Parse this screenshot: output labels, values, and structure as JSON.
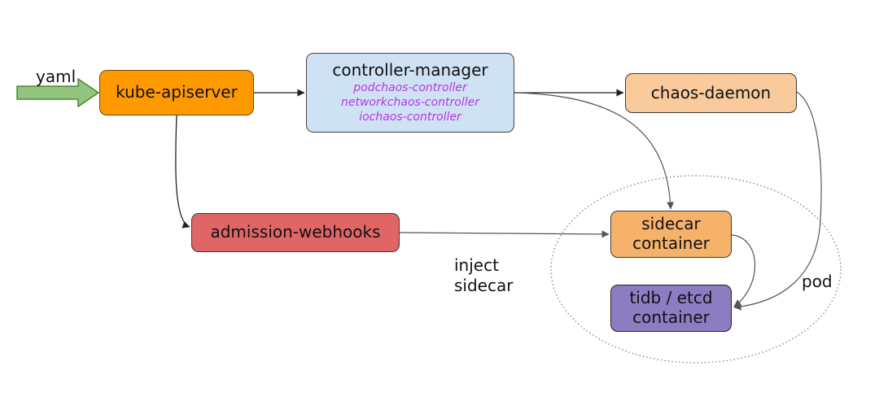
{
  "input_label": "yaml",
  "nodes": {
    "kube_apiserver": {
      "label": "kube-apiserver"
    },
    "controller_manager": {
      "label": "controller-manager",
      "controllers": [
        "podchaos-controller",
        "networkchaos-controller",
        "iochaos-controller"
      ]
    },
    "chaos_daemon": {
      "label": "chaos-daemon"
    },
    "admission_webhooks": {
      "label": "admission-webhooks"
    },
    "sidecar_container": {
      "line1": "sidecar",
      "line2": "container"
    },
    "tidb_container": {
      "line1": "tidb / etcd",
      "line2": "container"
    }
  },
  "edge_labels": {
    "inject_line1": "inject",
    "inject_line2": "sidecar"
  },
  "group_label": "pod",
  "colors": {
    "kube_apiserver": "#ff9900",
    "controller_manager": "#cfe2f3",
    "controller_text": "#b536e6",
    "chaos_daemon": "#f9cb9c",
    "admission_webhooks": "#e06666",
    "sidecar_container": "#f6b26b",
    "tidb_container": "#8e7cc3",
    "input_arrow": "#93c47d"
  }
}
